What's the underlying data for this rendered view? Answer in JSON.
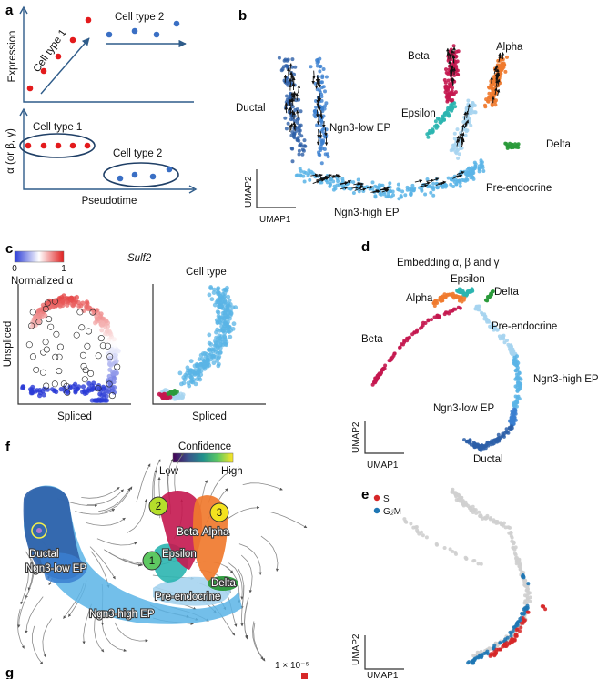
{
  "panels": {
    "a": {
      "label": "a",
      "top": {
        "ylabel": "Expression",
        "cell_type_1": "Cell type 1",
        "cell_type_2": "Cell type 2"
      },
      "bottom": {
        "ylabel": "α (or β, γ)",
        "xlabel": "Pseudotime",
        "cell_type_1": "Cell type 1",
        "cell_type_2": "Cell type 2"
      },
      "colors": {
        "cell_type_1": "#e31a1c",
        "cell_type_2": "#3a6fc4"
      }
    },
    "b": {
      "label": "b",
      "clusters": [
        "Ductal",
        "Ngn3-low EP",
        "Ngn3-high EP",
        "Pre-endocrine",
        "Epsilon",
        "Beta",
        "Alpha",
        "Delta"
      ],
      "xlabel": "UMAP1",
      "ylabel": "UMAP2"
    },
    "c": {
      "label": "c",
      "gene": "Sulf2",
      "colorbar": {
        "min": "0",
        "max": "1",
        "label": "Normalized α"
      },
      "left": {
        "xlabel": "Spliced",
        "ylabel": "Unspliced"
      },
      "right": {
        "title": "Cell type",
        "xlabel": "Spliced"
      }
    },
    "d": {
      "label": "d",
      "title": "Embedding α, β and γ",
      "clusters": [
        "Epsilon",
        "Delta",
        "Alpha",
        "Pre-endocrine",
        "Beta",
        "Ngn3-high EP",
        "Ngn3-low EP",
        "Ductal"
      ],
      "xlabel": "UMAP1",
      "ylabel": "UMAP2"
    },
    "e": {
      "label": "e",
      "legend": [
        {
          "name": "S",
          "color": "#d62728"
        },
        {
          "name": "G₂M",
          "color": "#1f77b4"
        }
      ],
      "xlabel": "UMAP1",
      "ylabel": "UMAP2"
    },
    "f": {
      "label": "f",
      "colorbar": {
        "title": "Confidence",
        "low": "Low",
        "high": "High"
      },
      "clusters": [
        "Ductal",
        "Ngn3-low EP",
        "Ngn3-high EP",
        "Pre-endocrine",
        "Epsilon",
        "Beta",
        "Alpha",
        "Delta"
      ],
      "markers": [
        "1",
        "2",
        "3"
      ]
    },
    "g": {
      "label": "g",
      "scale": "1 × 10⁻⁵"
    }
  },
  "colors": {
    "ductal": "#2d5fa8",
    "ngn3_low": "#3b7fd0",
    "ngn3_high": "#5ab4e6",
    "pre_endocrine": "#a6d4f0",
    "epsilon": "#2bb5b0",
    "beta": "#c4174f",
    "alpha": "#f07a2e",
    "delta": "#2a9a3a"
  }
}
